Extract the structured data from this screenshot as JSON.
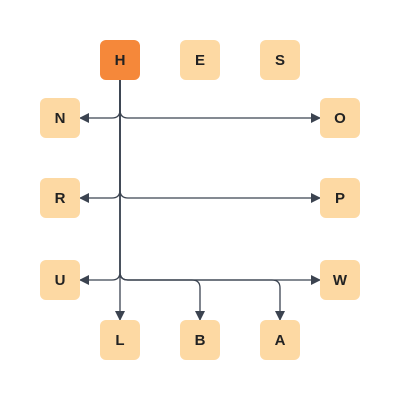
{
  "colors": {
    "root": "#f5883a",
    "node": "#fdd9a3",
    "edge": "#3b4350",
    "text": "#222222"
  },
  "nodes": [
    {
      "id": "H",
      "label": "H",
      "root": true
    },
    {
      "id": "E",
      "label": "E"
    },
    {
      "id": "S",
      "label": "S"
    },
    {
      "id": "N",
      "label": "N"
    },
    {
      "id": "O",
      "label": "O"
    },
    {
      "id": "R",
      "label": "R"
    },
    {
      "id": "P",
      "label": "P"
    },
    {
      "id": "U",
      "label": "U"
    },
    {
      "id": "W",
      "label": "W"
    },
    {
      "id": "L",
      "label": "L"
    },
    {
      "id": "B",
      "label": "B"
    },
    {
      "id": "A",
      "label": "A"
    }
  ],
  "edges": [
    {
      "from": "H",
      "to": "N"
    },
    {
      "from": "H",
      "to": "O"
    },
    {
      "from": "H",
      "to": "R"
    },
    {
      "from": "H",
      "to": "P"
    },
    {
      "from": "H",
      "to": "U"
    },
    {
      "from": "H",
      "to": "W"
    },
    {
      "from": "H",
      "to": "L"
    },
    {
      "from": "H",
      "to": "B"
    },
    {
      "from": "H",
      "to": "A"
    }
  ]
}
